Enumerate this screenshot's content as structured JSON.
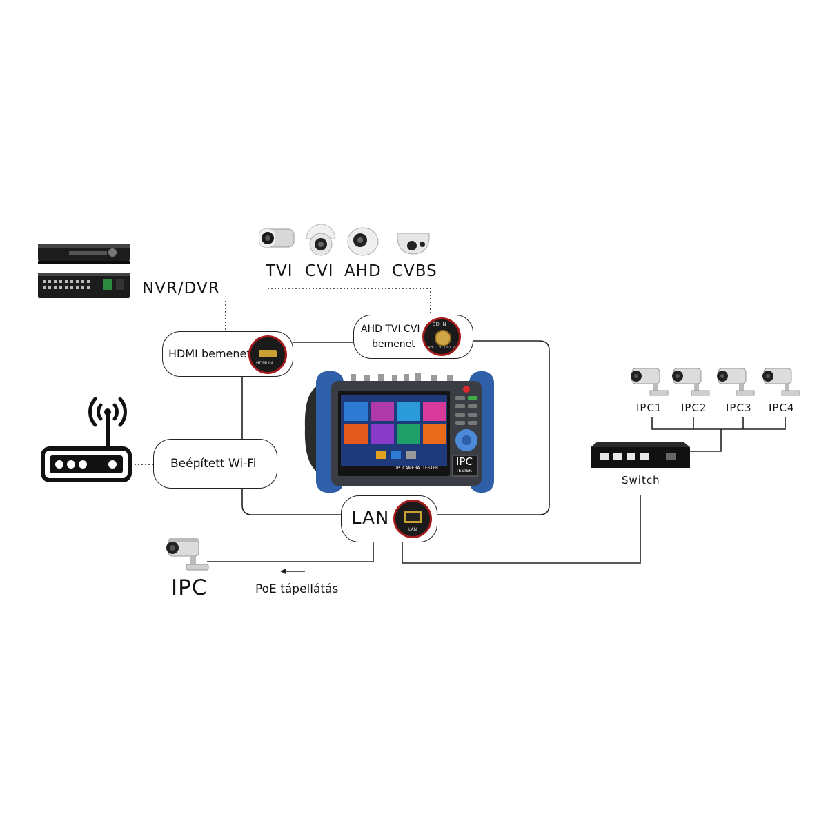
{
  "camera_types": {
    "tvi": "TVI",
    "cvi": "CVI",
    "ahd": "AHD",
    "cvbs": "CVBS"
  },
  "nvr_dvr_label": "NVR/DVR",
  "hdmi_box": {
    "label": "HDMI bemenet",
    "port_text": "HDMI IN"
  },
  "analog_box": {
    "line1": "AHD TVI CVI",
    "line2": "bemenet",
    "port_top": "SD-IN",
    "port_bottom": "AHD CVI TVI CVBS"
  },
  "wifi_box": {
    "label": "Beépített Wi-Fi"
  },
  "lan_box": {
    "label": "LAN",
    "port_text": "LAN"
  },
  "ipc_single": "IPC",
  "poe_label": "PoE tápellátás",
  "switch_label": "Switch",
  "ipc_list": [
    "IPC1",
    "IPC2",
    "IPC3",
    "IPC4"
  ],
  "tester": {
    "model": "IPC",
    "model_sub": "TESTER",
    "bottom_text": "IP  CAMERA  TESTER"
  },
  "colors": {
    "tester_body": "#2f5fa8",
    "port_ring": "#a31b1b",
    "line": "#222222"
  }
}
